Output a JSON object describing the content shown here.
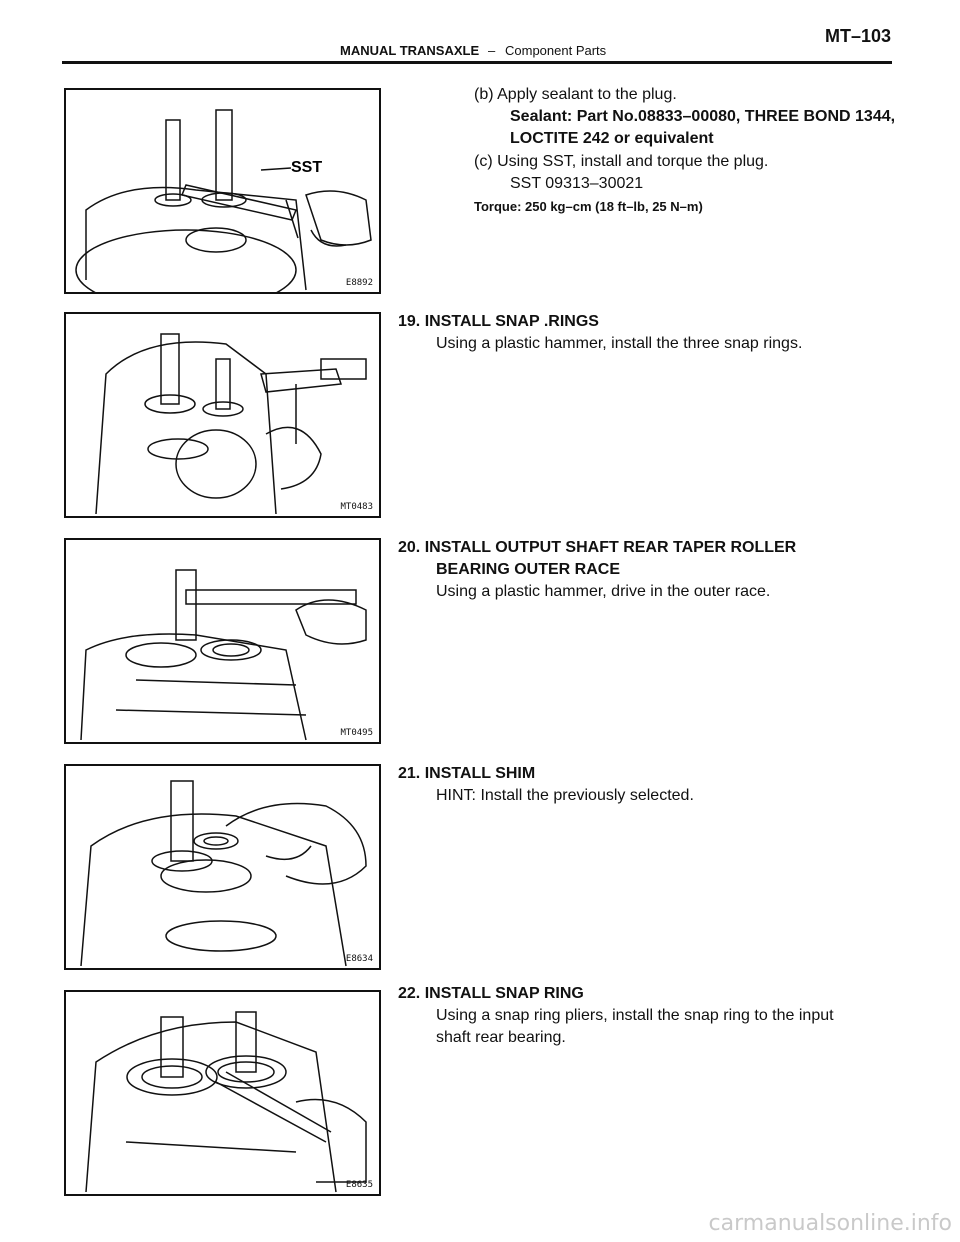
{
  "header": {
    "section": "MANUAL TRANSAXLE",
    "separator": "–",
    "subsection": "Component Parts",
    "page": "MT–103"
  },
  "figures": [
    {
      "code": "E8892",
      "callout": "SST"
    },
    {
      "code": "MT0483"
    },
    {
      "code": "MT0495"
    },
    {
      "code": "E8634"
    },
    {
      "code": "E8635"
    }
  ],
  "steps": {
    "s18b": {
      "line": "(b) Apply sealant to the plug.",
      "sealant1": "Sealant: Part No.08833–00080, THREE BOND 1344,",
      "sealant2": "LOCTITE 242 or equivalent"
    },
    "s18c": {
      "line": "(c) Using SST, install and torque the plug.",
      "sst": "SST  09313–30021",
      "torque": "Torque: 250 kg–cm (18 ft–lb, 25 N–m)"
    },
    "s19": {
      "title": "19. INSTALL SNAP .RINGS",
      "body": "Using a plastic hammer, install the three snap rings."
    },
    "s20": {
      "title1": "20. INSTALL OUTPUT SHAFT REAR TAPER ROLLER",
      "title2": "BEARING OUTER RACE",
      "body": "Using a plastic hammer, drive in the outer race."
    },
    "s21": {
      "title": "21. INSTALL SHIM",
      "body": "HINT: Install the previously selected."
    },
    "s22": {
      "title": "22. INSTALL SNAP RING",
      "body1": "Using a snap ring pliers, install the snap ring to the input",
      "body2": "shaft rear bearing."
    }
  },
  "watermark": "carmanualsonline.info"
}
